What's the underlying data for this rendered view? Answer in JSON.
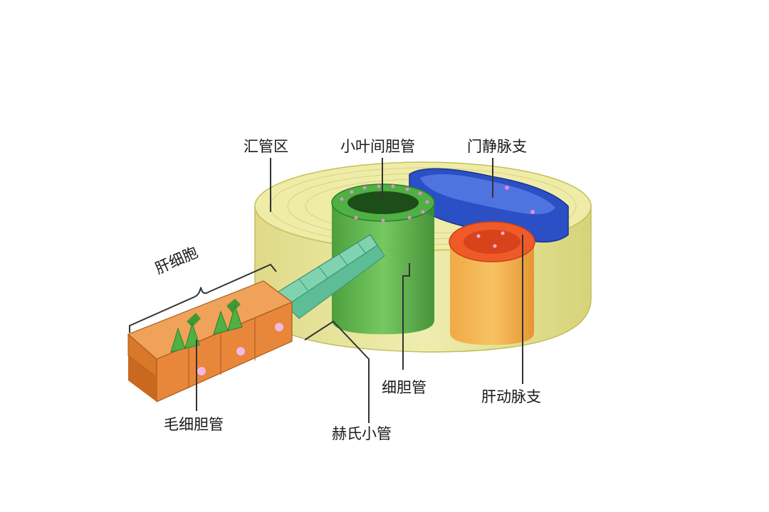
{
  "labels": {
    "portal_area": "汇管区",
    "interlobular_bile_duct": "小叶间胆管",
    "portal_vein_branch": "门静脉支",
    "hepatocytes": "肝细胞",
    "hepatic_artery_branch": "肝动脉支",
    "bile_ductule": "细胆管",
    "bile_canaliculus": "毛细胆管",
    "canal_of_hering": "赫氏小管"
  },
  "colors": {
    "stroma": "#e9e89a",
    "stroma_edge": "#b9b64a",
    "duct_green": "#4fb043",
    "duct_dark": "#2f7f2a",
    "vein_blue": "#2b4fc4",
    "artery_red": "#f05a28",
    "artery_orange": "#f2a23a",
    "hepatocyte": "#e8873a",
    "ductule_teal": "#7fd3b0",
    "nucleus": "#e58ad6"
  }
}
